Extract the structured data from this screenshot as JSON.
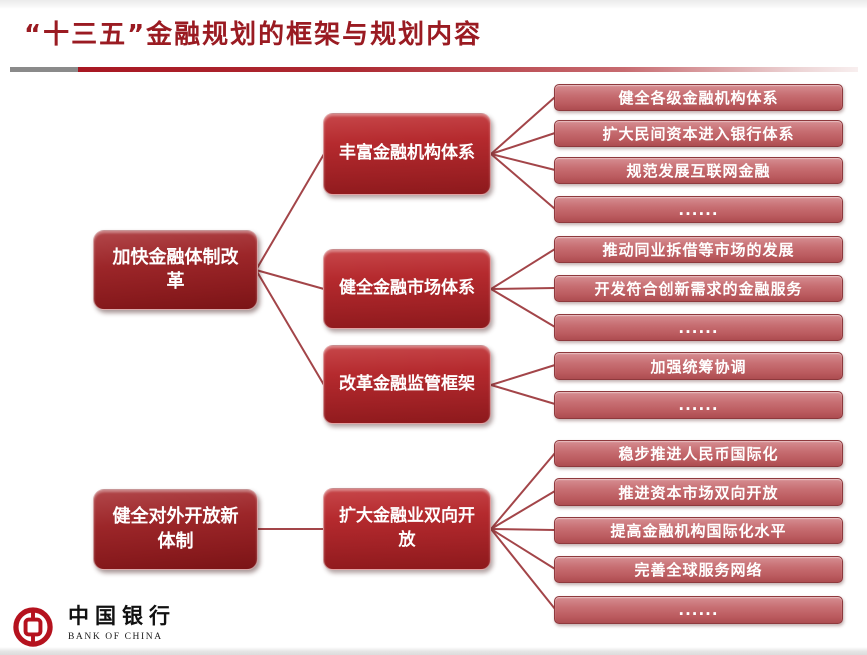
{
  "title": "“十三五”金融规划的框架与规划内容",
  "tree": {
    "level1": [
      {
        "label": "加快金融体制改革"
      },
      {
        "label": "健全对外开放新体制"
      }
    ],
    "level2": [
      {
        "label": "丰富金融机构体系"
      },
      {
        "label": "健全金融市场体系"
      },
      {
        "label": "改革金融监管框架"
      },
      {
        "label": "扩大金融业双向开放"
      }
    ],
    "level3": [
      {
        "label": "健全各级金融机构体系"
      },
      {
        "label": "扩大民间资本进入银行体系"
      },
      {
        "label": "规范发展互联网金融"
      },
      {
        "label": "......"
      },
      {
        "label": "推动同业拆借等市场的发展"
      },
      {
        "label": "开发符合创新需求的金融服务"
      },
      {
        "label": "......"
      },
      {
        "label": "加强统筹协调"
      },
      {
        "label": "......"
      },
      {
        "label": "稳步推进人民币国际化"
      },
      {
        "label": "推进资本市场双向开放"
      },
      {
        "label": "提高金融机构国际化水平"
      },
      {
        "label": "完善全球服务网络"
      },
      {
        "label": "......"
      }
    ]
  },
  "logo": {
    "name_cn": "中国银行",
    "name_en": "BANK OF CHINA"
  },
  "colors": {
    "title_red": "#9a1b22",
    "level1_red": "#8e1d20",
    "level2_red": "#b02327",
    "level3_rose": "#c4686c",
    "connector_line": "#a34549",
    "rule_gray": "#8a8a8a",
    "rule_red": "#a81722",
    "logo_red": "#b5121e"
  }
}
